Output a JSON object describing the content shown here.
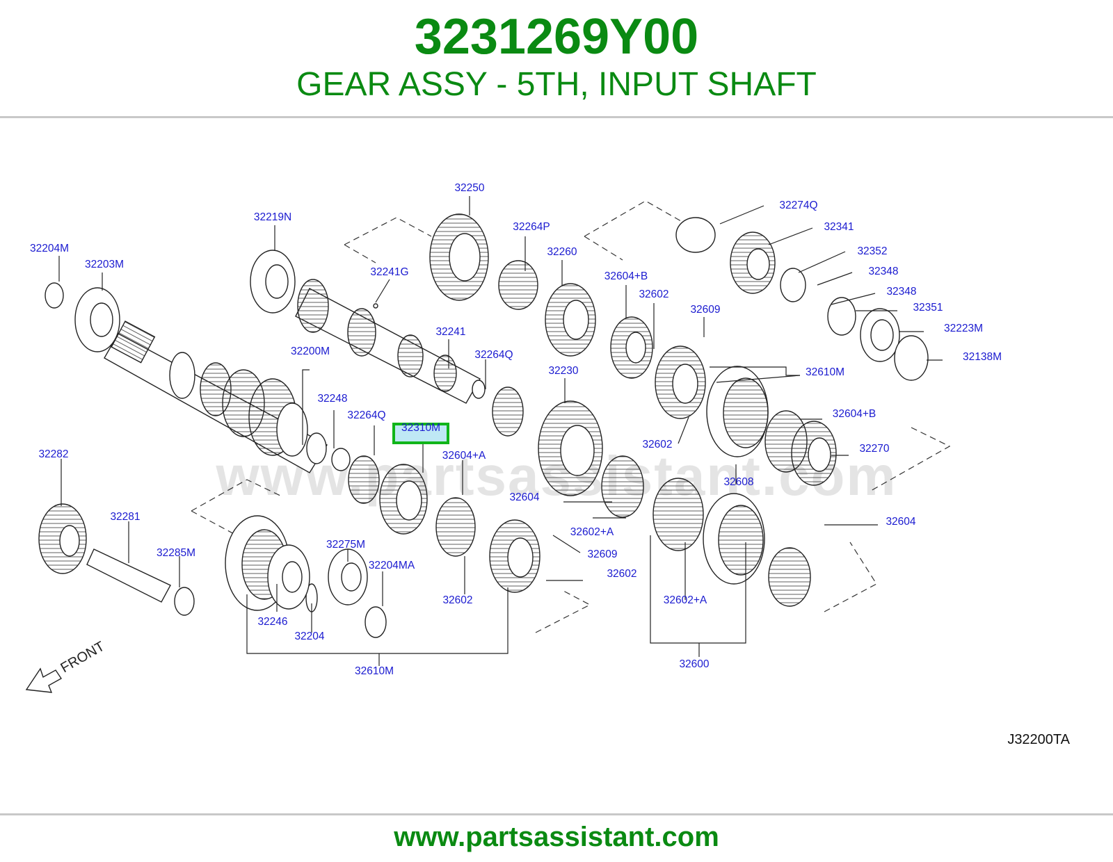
{
  "header": {
    "part_number": "3231269Y00",
    "title": "GEAR ASSY - 5TH, INPUT SHAFT"
  },
  "diagram": {
    "callouts": [
      {
        "label": "32250"
      },
      {
        "label": "32264P"
      },
      {
        "label": "32274Q"
      },
      {
        "label": "32341"
      },
      {
        "label": "32219N"
      },
      {
        "label": "32352"
      },
      {
        "label": "32348"
      },
      {
        "label": "32348"
      },
      {
        "label": "32204M"
      },
      {
        "label": "32203M"
      },
      {
        "label": "32241G"
      },
      {
        "label": "32260"
      },
      {
        "label": "32604+B"
      },
      {
        "label": "32602"
      },
      {
        "label": "32351"
      },
      {
        "label": "32609"
      },
      {
        "label": "32223M"
      },
      {
        "label": "32241"
      },
      {
        "label": "32138M"
      },
      {
        "label": "32200M"
      },
      {
        "label": "32264Q"
      },
      {
        "label": "32230"
      },
      {
        "label": "32610M"
      },
      {
        "label": "32248"
      },
      {
        "label": "32264Q"
      },
      {
        "label": "32310M"
      },
      {
        "label": "32604+B"
      },
      {
        "label": "32282"
      },
      {
        "label": "32604+A"
      },
      {
        "label": "32602"
      },
      {
        "label": "32270"
      },
      {
        "label": "32608"
      },
      {
        "label": "32604"
      },
      {
        "label": "32281"
      },
      {
        "label": "32602+A"
      },
      {
        "label": "32604"
      },
      {
        "label": "32275M"
      },
      {
        "label": "32285M"
      },
      {
        "label": "32204MA"
      },
      {
        "label": "32609"
      },
      {
        "label": "32602"
      },
      {
        "label": "32602"
      },
      {
        "label": "32246"
      },
      {
        "label": "32602+A"
      },
      {
        "label": "32204"
      },
      {
        "label": "32600"
      },
      {
        "label": "32610M"
      }
    ],
    "highlighted_label": "32310M",
    "front_label": "FRONT",
    "diagram_code": "J32200TA",
    "watermark": "www.partsassistant.com"
  },
  "footer": {
    "url": "www.partsassistant.com"
  },
  "colors": {
    "brand_green": "#0a8a12",
    "callout_blue": "#1a1ad0",
    "highlight_fill": "#bfe8f5",
    "line": "#222222"
  }
}
